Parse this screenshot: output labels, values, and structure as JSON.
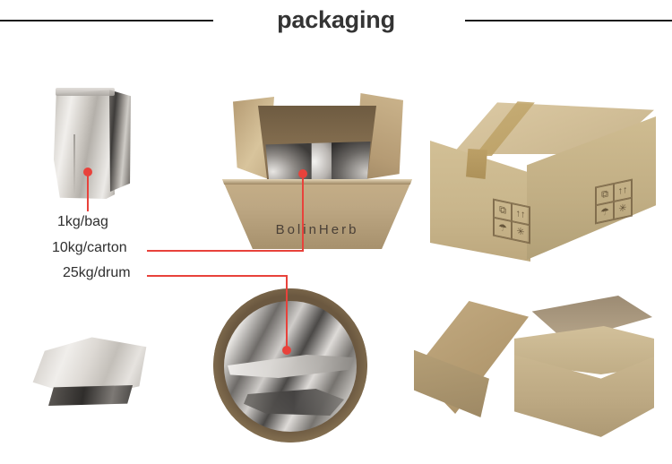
{
  "header": {
    "title": "packaging",
    "rule_color": "#1c1c1c"
  },
  "accent_color": "#e8423b",
  "callouts": [
    {
      "id": "bag",
      "label": "1kg/bag"
    },
    {
      "id": "carton",
      "label": "10kg/carton"
    },
    {
      "id": "drum",
      "label": "25kg/drum"
    }
  ],
  "photos": {
    "bag_standing": {
      "name": "standing foil bag",
      "material": "aluminium foil",
      "color": "#cdc9c3"
    },
    "bag_flat": {
      "name": "flat foil bag",
      "material": "aluminium foil",
      "color": "#d7d3ce"
    },
    "carton_open": {
      "name": "open carton with foil bags",
      "brand": "BolinHerb",
      "color": "#c5ae87"
    },
    "carton_sealed": {
      "name": "sealed shipping carton",
      "color": "#d3c099"
    },
    "drum": {
      "name": "fiber drum interior with foil liner",
      "color": "#6b5840"
    },
    "box_lid": {
      "name": "cardboard box with separate lid",
      "color": "#bca882"
    }
  },
  "handling_symbols": [
    {
      "name": "fragile-icon",
      "glyph": "⧉"
    },
    {
      "name": "this-side-up-icon",
      "glyph": "↑↑"
    },
    {
      "name": "keep-dry-icon",
      "glyph": "☂"
    },
    {
      "name": "no-stack-icon",
      "glyph": "✳"
    }
  ]
}
